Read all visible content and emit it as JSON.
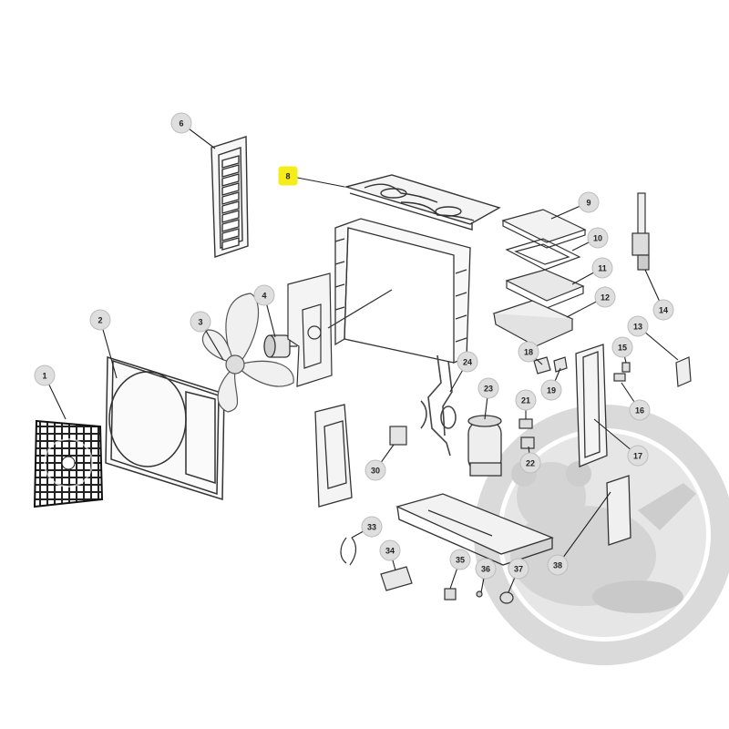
{
  "diagram": {
    "type": "exploded-parts-view",
    "highlight_color": "#f5ec1a",
    "line_color": "#333333",
    "callout_fill": "#dedede",
    "watermark_color": "#d4d4d4",
    "highlighted_part": "8",
    "callouts": [
      {
        "label": "1"
      },
      {
        "label": "2"
      },
      {
        "label": "3"
      },
      {
        "label": "4"
      },
      {
        "label": "6"
      },
      {
        "label": "8"
      },
      {
        "label": "9"
      },
      {
        "label": "10"
      },
      {
        "label": "11"
      },
      {
        "label": "12"
      },
      {
        "label": "13"
      },
      {
        "label": "14"
      },
      {
        "label": "15"
      },
      {
        "label": "16"
      },
      {
        "label": "17"
      },
      {
        "label": "18"
      },
      {
        "label": "19"
      },
      {
        "label": "21"
      },
      {
        "label": "22"
      },
      {
        "label": "23"
      },
      {
        "label": "24"
      },
      {
        "label": "30"
      },
      {
        "label": "33"
      },
      {
        "label": "34"
      },
      {
        "label": "35"
      },
      {
        "label": "36"
      },
      {
        "label": "37"
      },
      {
        "label": "38"
      }
    ]
  }
}
